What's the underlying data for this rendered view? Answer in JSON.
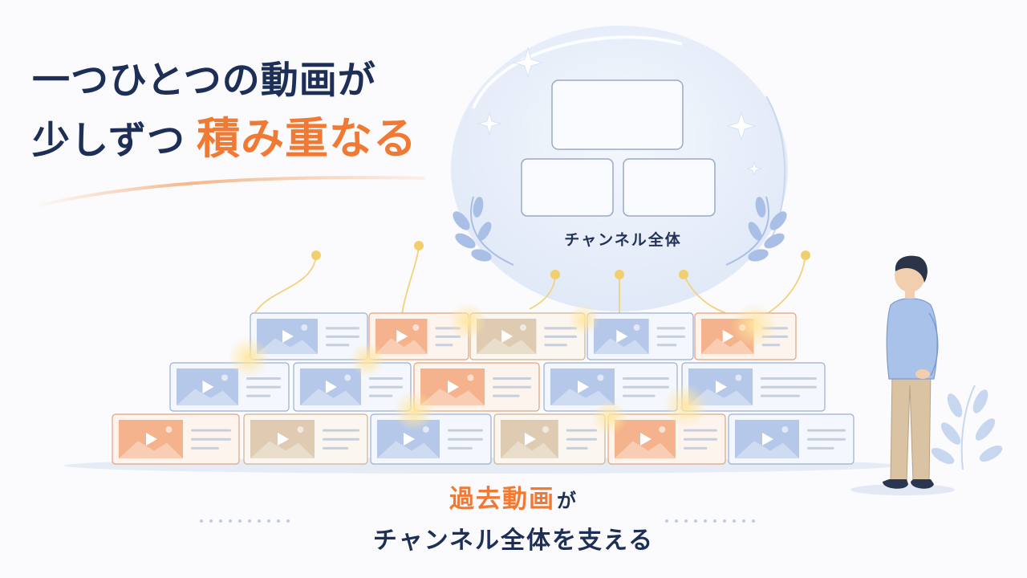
{
  "headline": {
    "line1": "一つひとつの動画が",
    "line2_plain": "少しずつ",
    "line2_accent": "積み重なる"
  },
  "bubble": {
    "label": "チャンネル全体"
  },
  "caption": {
    "highlight": "過去動画",
    "particle": "が",
    "line2": "チャンネル全体を支える"
  },
  "colors": {
    "navy": "#1d2f57",
    "accent": "#f07a34",
    "blue_tile": "#a9bfe6",
    "orange_tile": "#f2a77a",
    "beige_tile": "#d8c3a6",
    "bubble": "#e9effa"
  },
  "icons": [
    "play-icon",
    "mountain-image-icon",
    "sparkle-icon",
    "laurel-branch-icon",
    "plant-icon"
  ],
  "illustration": {
    "video_cards": [
      {
        "row": 1,
        "palette": "blue"
      },
      {
        "row": 1,
        "palette": "orange"
      },
      {
        "row": 1,
        "palette": "beige"
      },
      {
        "row": 1,
        "palette": "blue"
      },
      {
        "row": 1,
        "palette": "orange"
      },
      {
        "row": 2,
        "palette": "blue"
      },
      {
        "row": 2,
        "palette": "blue"
      },
      {
        "row": 2,
        "palette": "orange"
      },
      {
        "row": 2,
        "palette": "blue"
      },
      {
        "row": 2,
        "palette": "blue"
      },
      {
        "row": 3,
        "palette": "orange"
      },
      {
        "row": 3,
        "palette": "beige"
      },
      {
        "row": 3,
        "palette": "blue"
      },
      {
        "row": 3,
        "palette": "beige"
      },
      {
        "row": 3,
        "palette": "orange"
      },
      {
        "row": 3,
        "palette": "blue"
      }
    ]
  }
}
